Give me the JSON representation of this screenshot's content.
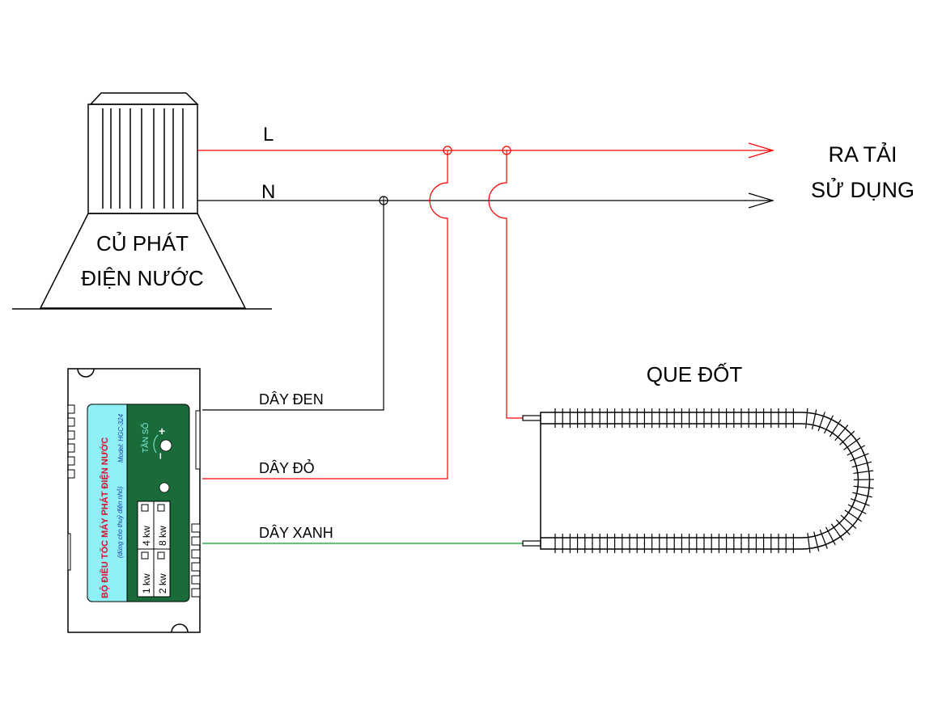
{
  "generator": {
    "label_line1": "CỦ PHÁT",
    "label_line2": "ĐIỆN NƯỚC"
  },
  "lines": {
    "live_label": "L",
    "neutral_label": "N",
    "live_color": "#ff0000",
    "neutral_color": "#000000"
  },
  "load": {
    "label_line1": "RA TẢI",
    "label_line2": "SỬ DỤNG"
  },
  "heater": {
    "label": "QUE ĐỐT"
  },
  "controller": {
    "title": "BỘ ĐIỀU TỐC MÁY PHÁT ĐIỆN NƯỚC",
    "subtitle": "(dùng cho thuỷ điện nhỏ)",
    "model": "Model: HGC-324",
    "freq_label": "TẦN SỐ",
    "plus": "+",
    "minus": "−",
    "power_options": [
      "1 kw",
      "2 kw",
      "4 kw",
      "8 kw"
    ],
    "panel_color": "#1a6b3a",
    "label_bg": "#8ff0f5",
    "title_color": "#d8102a"
  },
  "wires": {
    "black_label": "DÂY ĐEN",
    "red_label": "DÂY ĐỎ",
    "green_label": "DÂY XANH",
    "black_color": "#000000",
    "red_color": "#ff0000",
    "green_color": "#00a020"
  }
}
